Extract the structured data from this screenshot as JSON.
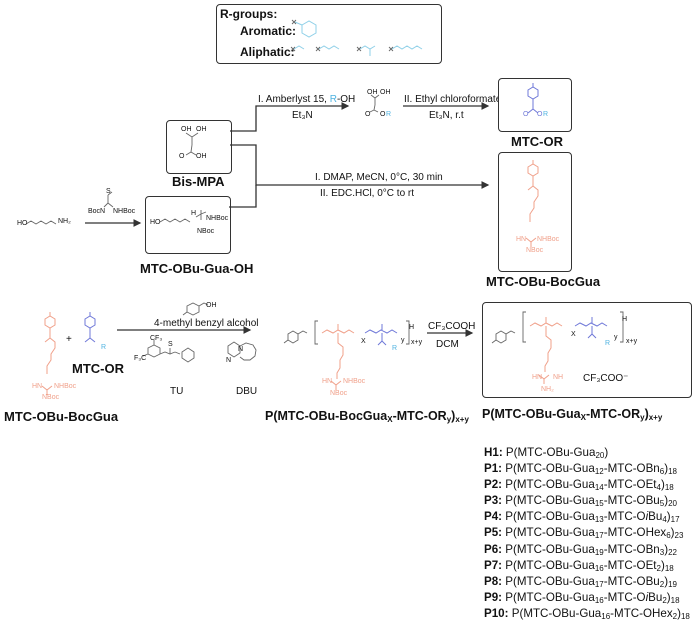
{
  "rgroups": {
    "title": "R-groups:",
    "aromatic_label": "Aromatic:",
    "aliphatic_label": "Aliphatic:",
    "aromatic": [
      "benzyl"
    ],
    "aliphatic": [
      "ethyl",
      "butyl",
      "isobutyl",
      "hexyl"
    ]
  },
  "colors": {
    "guanidine_monomer": "#f0a08a",
    "carbonate_monomer": "#6f78d8",
    "r_group": "#4fb3e0",
    "text": "#111111",
    "box_border": "#333333"
  },
  "compounds": {
    "bis_mpa": "Bis-MPA",
    "mtc_or": "MTC-OR",
    "mtc_obu_gua_oh": "MTC-OBu-Gua-OH",
    "mtc_obu_bocgua": "MTC-OBu-BocGua",
    "mtc_obu_bocgua_2": "MTC-OBu-BocGua",
    "mtc_or_2": "MTC-OR",
    "tu": "TU",
    "dbu": "DBU",
    "protected_polymer": "P(MTC-OBu-BocGua",
    "protected_polymer_x": "X",
    "protected_polymer_mid": "-MTC-OR",
    "protected_polymer_y": "y",
    "protected_polymer_end": ")",
    "protected_polymer_xy": "x+y",
    "final_polymer": "P(MTC-OBu-Gua",
    "final_polymer_x": "X",
    "final_polymer_mid": "-MTC-OR",
    "final_polymer_y": "y",
    "final_polymer_end": ")",
    "final_polymer_xy": "x+y",
    "counterion": "CF₃COO⁻"
  },
  "conditions": {
    "step1_top": "I. Amberlyst 15, ",
    "step1_r": "R",
    "step1_top_end": "-OH",
    "step1_bottom": "Et₃N",
    "step2_top": "II. Ethyl chloroformate",
    "step2_bottom": "Et₃N, r.t",
    "coupling_top": "I.    DMAP, MeCN, 0°C, 30 min",
    "coupling_bottom": "II.   EDC.HCl, 0°C to rt",
    "initiator": "4-methyl benzyl alcohol",
    "deprotect_top": "CF₃COOH",
    "deprotect_bottom": "DCM",
    "plus": "+"
  },
  "atom_labels": {
    "oh": "OH",
    "ho": "HO",
    "o": "O",
    "nh2": "NH₂",
    "s": "S",
    "bocn": "BocN",
    "nhboc": "NHBoc",
    "nboc": "NBoc",
    "h": "H",
    "hn": "HN",
    "nh": "NH",
    "cf3": "CF₃",
    "f3c": "F₃C",
    "n": "N",
    "r": "R"
  },
  "polymers": [
    {
      "id": "H1:",
      "pre": "P(MTC-OBu-Gua",
      "x": "20",
      "mid": "",
      "r": "",
      "y": "",
      "end": ")",
      "n": ""
    },
    {
      "id": "P1:",
      "pre": "P(MTC-OBu-Gua",
      "x": "12",
      "mid": "-MTC-OBn",
      "y": "6",
      "end": ")",
      "n": "18"
    },
    {
      "id": "P2:",
      "pre": "P(MTC-OBu-Gua",
      "x": "14",
      "mid": "-MTC-OEt",
      "y": "4",
      "end": ")",
      "n": "18"
    },
    {
      "id": "P3:",
      "pre": "P(MTC-OBu-Gua",
      "x": "15",
      "mid": "-MTC-OBu",
      "y": "5",
      "end": ")",
      "n": "20"
    },
    {
      "id": "P4:",
      "pre": "P(MTC-OBu-Gua",
      "x": "13",
      "mid": "-MTC-O",
      "mid_i": "i",
      "mid2": "Bu",
      "y": "4",
      "end": ")",
      "n": "17"
    },
    {
      "id": "P5:",
      "pre": "P(MTC-OBu-Gua",
      "x": "17",
      "mid": "-MTC-OHex",
      "y": "6",
      "end": ")",
      "n": "23"
    },
    {
      "id": "P6:",
      "pre": "P(MTC-OBu-Gua",
      "x": "19",
      "mid": "-MTC-OBn",
      "y": "3",
      "end": ")",
      "n": "22"
    },
    {
      "id": "P7:",
      "pre": "P(MTC-OBu-Gua",
      "x": "16",
      "mid": "-MTC-OEt",
      "y": "2",
      "end": ")",
      "n": "18"
    },
    {
      "id": "P8:",
      "pre": "P(MTC-OBu-Gua",
      "x": "17",
      "mid": "-MTC-OBu",
      "y": "2",
      "end": ")",
      "n": "19"
    },
    {
      "id": "P9:",
      "pre": "P(MTC-OBu-Gua",
      "x": "16",
      "mid": "-MTC-O",
      "mid_i": "i",
      "mid2": "Bu",
      "y": "2",
      "end": ")",
      "n": "18"
    },
    {
      "id": "P10:",
      "pre": "P(MTC-OBu-Gua",
      "x": "16",
      "mid": "-MTC-OHex",
      "y": "2",
      "end": ")",
      "n": "18"
    }
  ]
}
